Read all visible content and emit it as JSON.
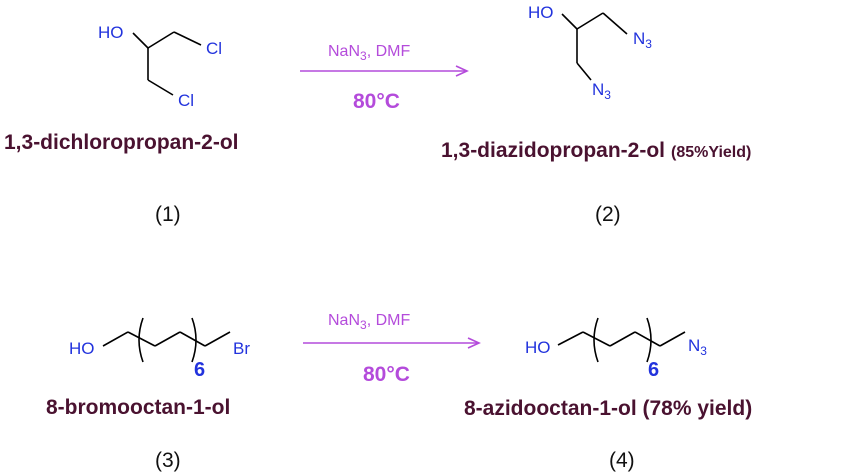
{
  "colors": {
    "atom": "#2233dd",
    "reagent": "#b44bdb",
    "name": "#4a1230",
    "number": "#111111",
    "bond": "#000000"
  },
  "reaction1": {
    "reactant": {
      "atoms": {
        "hydroxyl": "HO",
        "chloro_top": "Cl",
        "chloro_bottom": "Cl"
      },
      "name": "1,3-dichloropropan-2-ol",
      "number": "(1)"
    },
    "conditions": {
      "reagent": "NaN",
      "reagent_sub": "3",
      "solvent": ", DMF",
      "temperature": "80°C"
    },
    "product": {
      "atoms": {
        "hydroxyl": "HO",
        "azide_top": "N",
        "azide_top_sub": "3",
        "azide_bottom": "N",
        "azide_bottom_sub": "3"
      },
      "name": "1,3-diazidopropan-2-ol",
      "yield": "(85%Yield)",
      "number": "(2)"
    }
  },
  "reaction2": {
    "reactant": {
      "atoms": {
        "hydroxyl": "HO",
        "halogen": "Br"
      },
      "repeat": "6",
      "name": "8-bromooctan-1-ol",
      "number": "(3)"
    },
    "conditions": {
      "reagent": "NaN",
      "reagent_sub": "3",
      "solvent": ", DMF",
      "temperature": "80°C"
    },
    "product": {
      "atoms": {
        "hydroxyl": "HO",
        "azide": "N",
        "azide_sub": "3"
      },
      "repeat": "6",
      "name": "8-azidooctan-1-ol (78% yield)",
      "number": "(4)"
    }
  }
}
